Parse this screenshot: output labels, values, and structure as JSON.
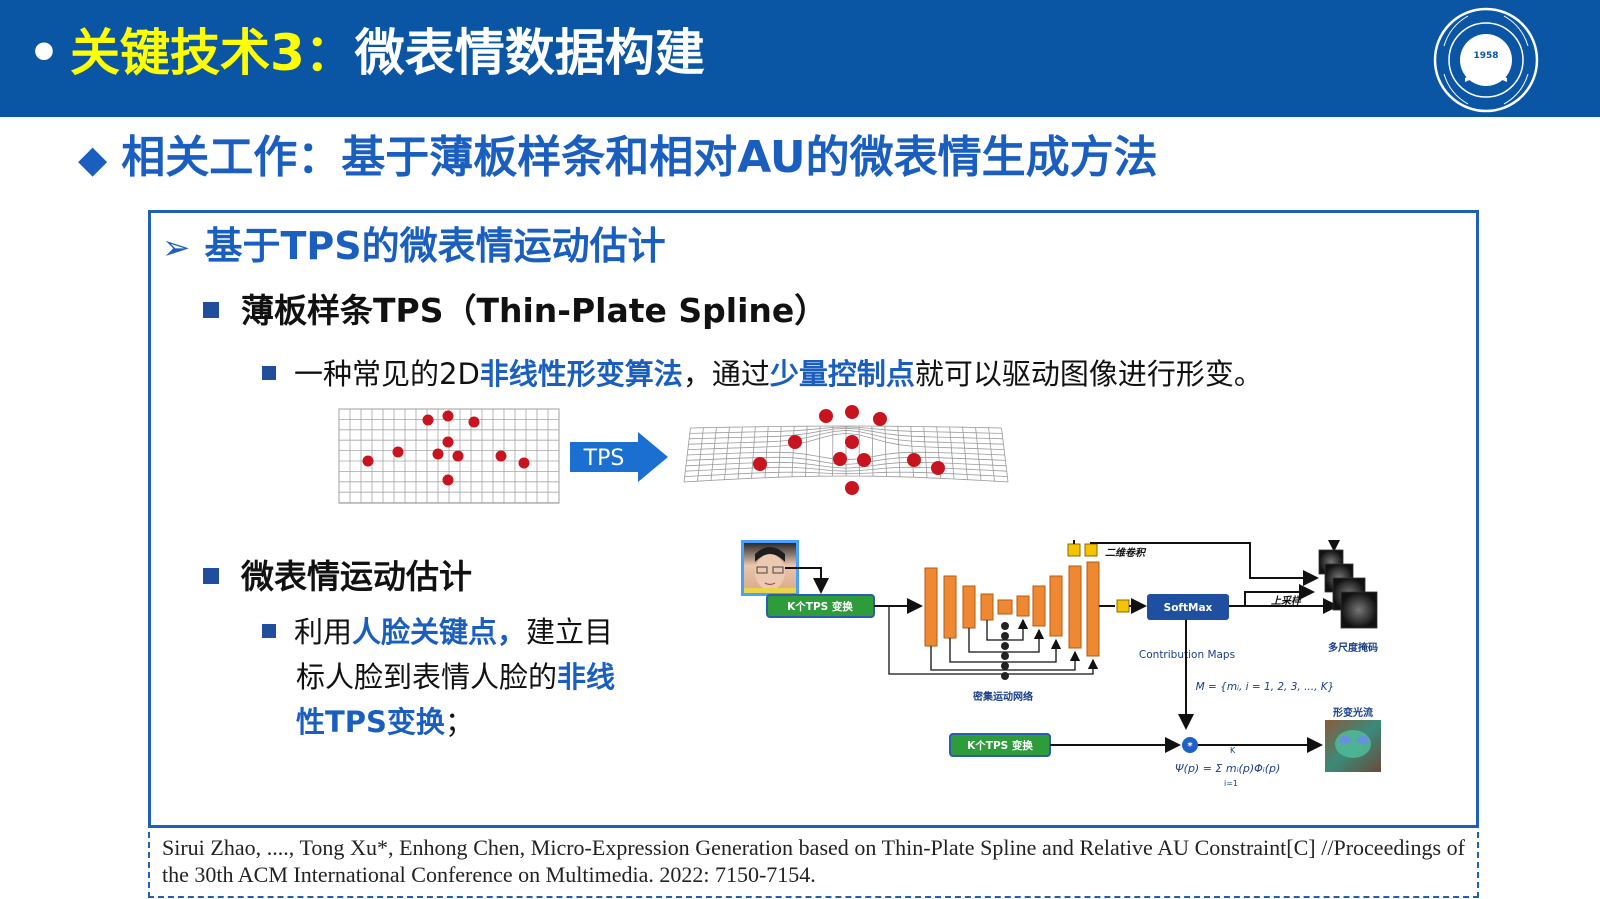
{
  "header": {
    "bullet": "•",
    "title_highlight": "关键技术3：",
    "title_main": "微表情数据构建"
  },
  "subtitle": {
    "marker": "◆",
    "text": "相关工作：基于薄板样条和相对AU的微表情生成方法"
  },
  "section": {
    "marker": "➢",
    "heading": "基于TPS的微表情运动估计",
    "tps_heading": "薄板样条TPS（Thin-Plate Spline）",
    "tps_desc_parts": [
      "一种常见的2D",
      "非线性形变算法",
      "，通过",
      "少量控制点",
      "就可以驱动图像进行形变。"
    ],
    "tps_arrow_label": "TPS",
    "motion_heading": "微表情运动估计",
    "motion_desc_parts": [
      "利用",
      "人脸关键点，",
      "建立目",
      "标人脸到表情人脸的",
      "非线",
      "性TPS变换",
      "；"
    ]
  },
  "diagram": {
    "ktps_label_1": "K个TPS 变换",
    "ktps_label_2": "K个TPS 变换",
    "conv2d_label": "二维卷积",
    "softmax_label": "SoftMax",
    "upsample_label": "上采样",
    "multiscale_mask_label": "多尺度掩码",
    "dense_motion_label": "密集运动网络",
    "contribution_maps_label": "Contribution Maps",
    "m_formula": "M = {mᵢ, i = 1, 2, 3, ..., K}",
    "psi_formula": "Ψ(p) = Σ mᵢ(p)Φᵢ(p)",
    "sum_upper": "K",
    "sum_lower": "i=1",
    "deform_flow_label": "形变光流",
    "multiply_symbol": "*"
  },
  "reference": {
    "text": "Sirui Zhao, ...., Tong Xu*, Enhong Chen, Micro-Expression Generation based on Thin-Plate Spline and Relative AU Constraint[C] //Proceedings of the 30th ACM International Conference on Multimedia. 2022: 7150-7154."
  },
  "logo": {
    "year": "1958"
  },
  "colors": {
    "header_bg": "#0a56a5",
    "title_highlight": "#ffff00",
    "accent_blue": "#1a5fbf",
    "control_point_red": "#c8141e",
    "unet_orange": "#ee8833",
    "box_green": "#2f9c3c"
  }
}
